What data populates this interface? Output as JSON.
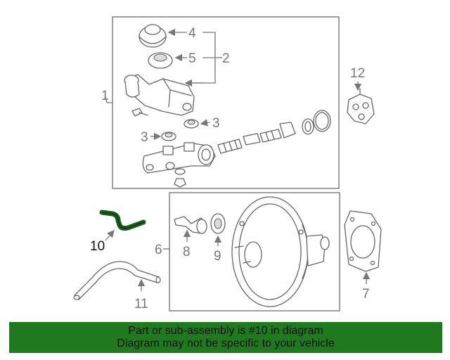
{
  "callouts": {
    "c1": "1",
    "c2": "2",
    "c3a": "3",
    "c3b": "3",
    "c4": "4",
    "c5": "5",
    "c6": "6",
    "c7": "7",
    "c8": "8",
    "c9": "9",
    "c10": "10",
    "c11": "11",
    "c12": "12"
  },
  "colors": {
    "highlight": "#1a5c1a",
    "banner": "#1f7a1f",
    "line": "#666666"
  },
  "banner": {
    "line1": "Part or sub-assembly is #10 in diagram",
    "line2": "Diagram may not be specific to your vehicle"
  }
}
